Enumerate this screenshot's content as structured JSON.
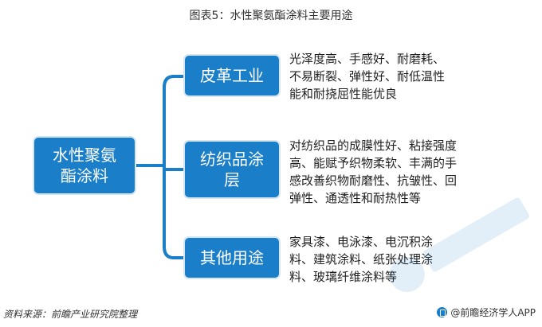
{
  "title": "图表5：水性聚氨酯涂料主要用途",
  "root": {
    "label": "水性聚氨酯涂料"
  },
  "branches": [
    {
      "label": "皮革工业",
      "lines": [
        "光泽度高、手感好、耐磨耗、",
        "不易断裂、弹性好、耐低温性",
        "能和耐挠屈性能优良"
      ]
    },
    {
      "label": "纺织品涂层",
      "lines": [
        "对纺织品的成膜性好、粘接强度",
        "高、能赋予织物柔软、丰满的手",
        "感改善织物耐磨性、抗皱性、回",
        "弹性、通透性和耐热性等"
      ]
    },
    {
      "label": "其他用途",
      "lines": [
        "家具漆、电泳漆、电沉积涂",
        "料、建筑涂料、纸张处理涂",
        "料、玻璃纤维涂料等"
      ]
    }
  ],
  "footer": {
    "source": "资料来源：前瞻产业研究院整理",
    "brand": "@前瞻经济学人APP"
  },
  "colors": {
    "box": "#1a7ec8",
    "connector": "#1a7ec8"
  }
}
